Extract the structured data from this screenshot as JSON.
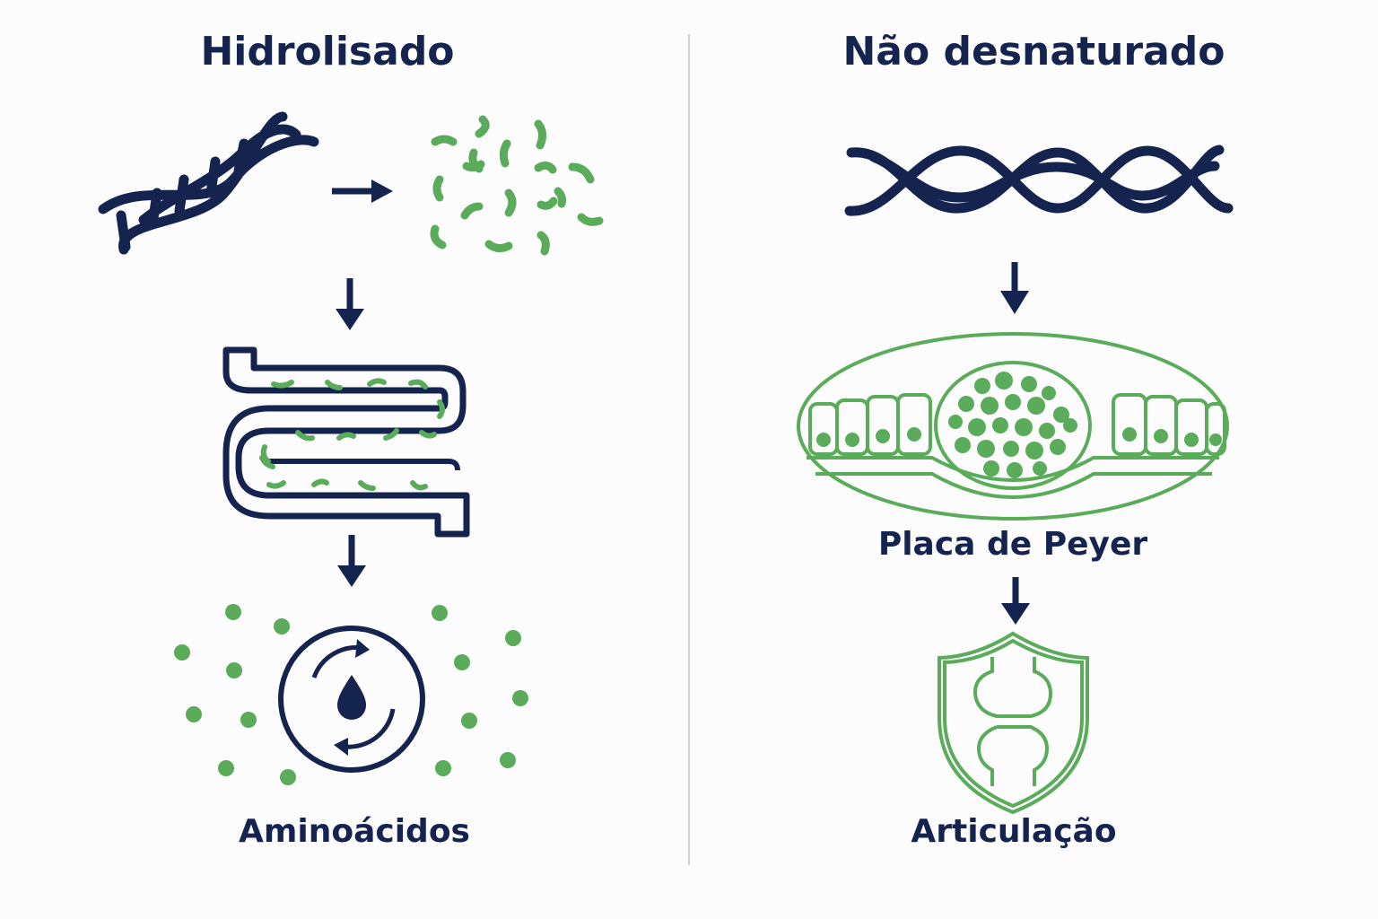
{
  "left": {
    "title": "Hidrolisado",
    "caption": "Aminoácidos"
  },
  "right": {
    "title": "Não desnaturado",
    "mid_caption": "Placa de Peyer",
    "caption": "Articulação"
  },
  "colors": {
    "navy": "#14244f",
    "green": "#5aab5a",
    "divider": "#c9d3e0",
    "background": "#fcfcfd"
  },
  "icons": [
    "collagen-triple-helix-icon",
    "peptide-fragments-icon",
    "intestine-icon",
    "amino-acid-pool-icon",
    "recycle-drop-icon",
    "intact-collagen-helix-icon",
    "peyer-patch-icon",
    "joint-shield-icon",
    "arrow-right-icon",
    "arrow-down-icon"
  ]
}
